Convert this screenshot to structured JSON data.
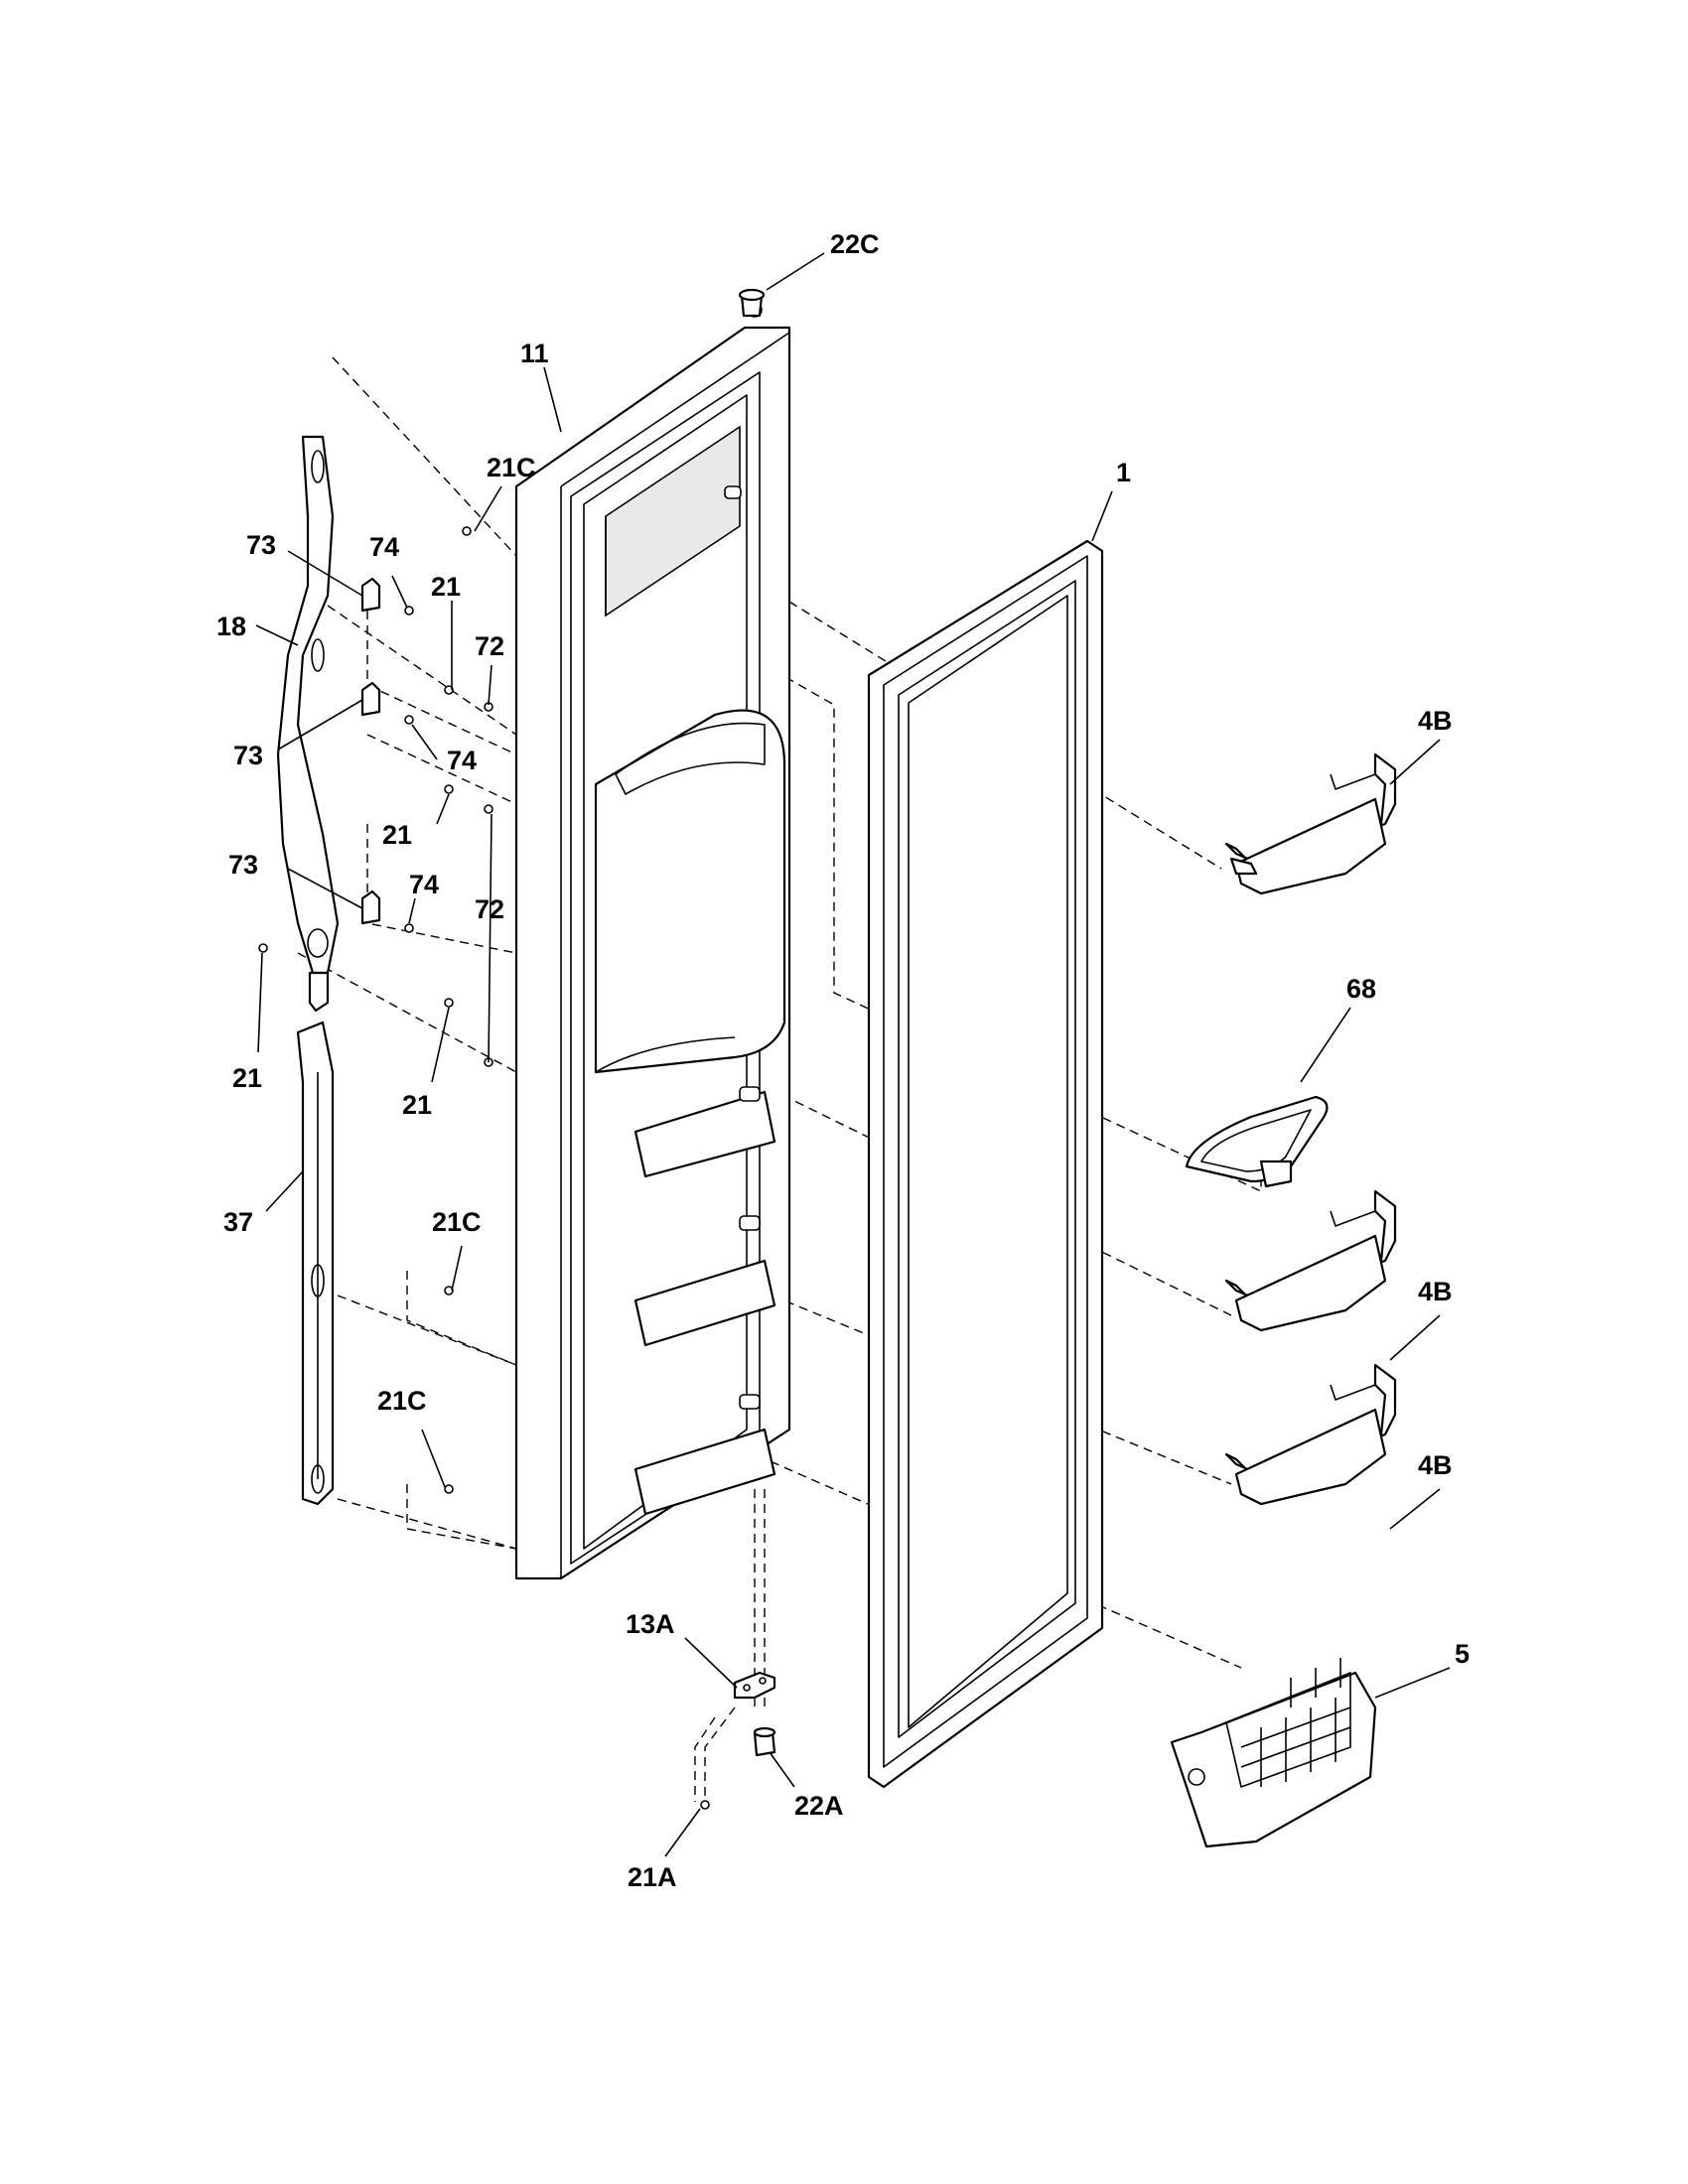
{
  "callouts": [
    {
      "id": "c-22c",
      "label": "22C"
    },
    {
      "id": "c-11",
      "label": "11"
    },
    {
      "id": "c-21c-top",
      "label": "21C"
    },
    {
      "id": "c-1",
      "label": "1"
    },
    {
      "id": "c-73-a",
      "label": "73"
    },
    {
      "id": "c-74-a",
      "label": "74"
    },
    {
      "id": "c-21-a",
      "label": "21"
    },
    {
      "id": "c-18",
      "label": "18"
    },
    {
      "id": "c-72-a",
      "label": "72"
    },
    {
      "id": "c-73-b",
      "label": "73"
    },
    {
      "id": "c-74-b",
      "label": "74"
    },
    {
      "id": "c-21-b",
      "label": "21"
    },
    {
      "id": "c-73-c",
      "label": "73"
    },
    {
      "id": "c-74-c",
      "label": "74"
    },
    {
      "id": "c-72-b",
      "label": "72"
    },
    {
      "id": "c-21-c",
      "label": "21"
    },
    {
      "id": "c-21-d",
      "label": "21"
    },
    {
      "id": "c-37",
      "label": "37"
    },
    {
      "id": "c-21c-mid",
      "label": "21C"
    },
    {
      "id": "c-21c-low",
      "label": "21C"
    },
    {
      "id": "c-4b-a",
      "label": "4B"
    },
    {
      "id": "c-68",
      "label": "68"
    },
    {
      "id": "c-4b-b",
      "label": "4B"
    },
    {
      "id": "c-4b-c",
      "label": "4B"
    },
    {
      "id": "c-5",
      "label": "5"
    },
    {
      "id": "c-13a",
      "label": "13A"
    },
    {
      "id": "c-22a",
      "label": "22A"
    },
    {
      "id": "c-21a",
      "label": "21A"
    }
  ]
}
